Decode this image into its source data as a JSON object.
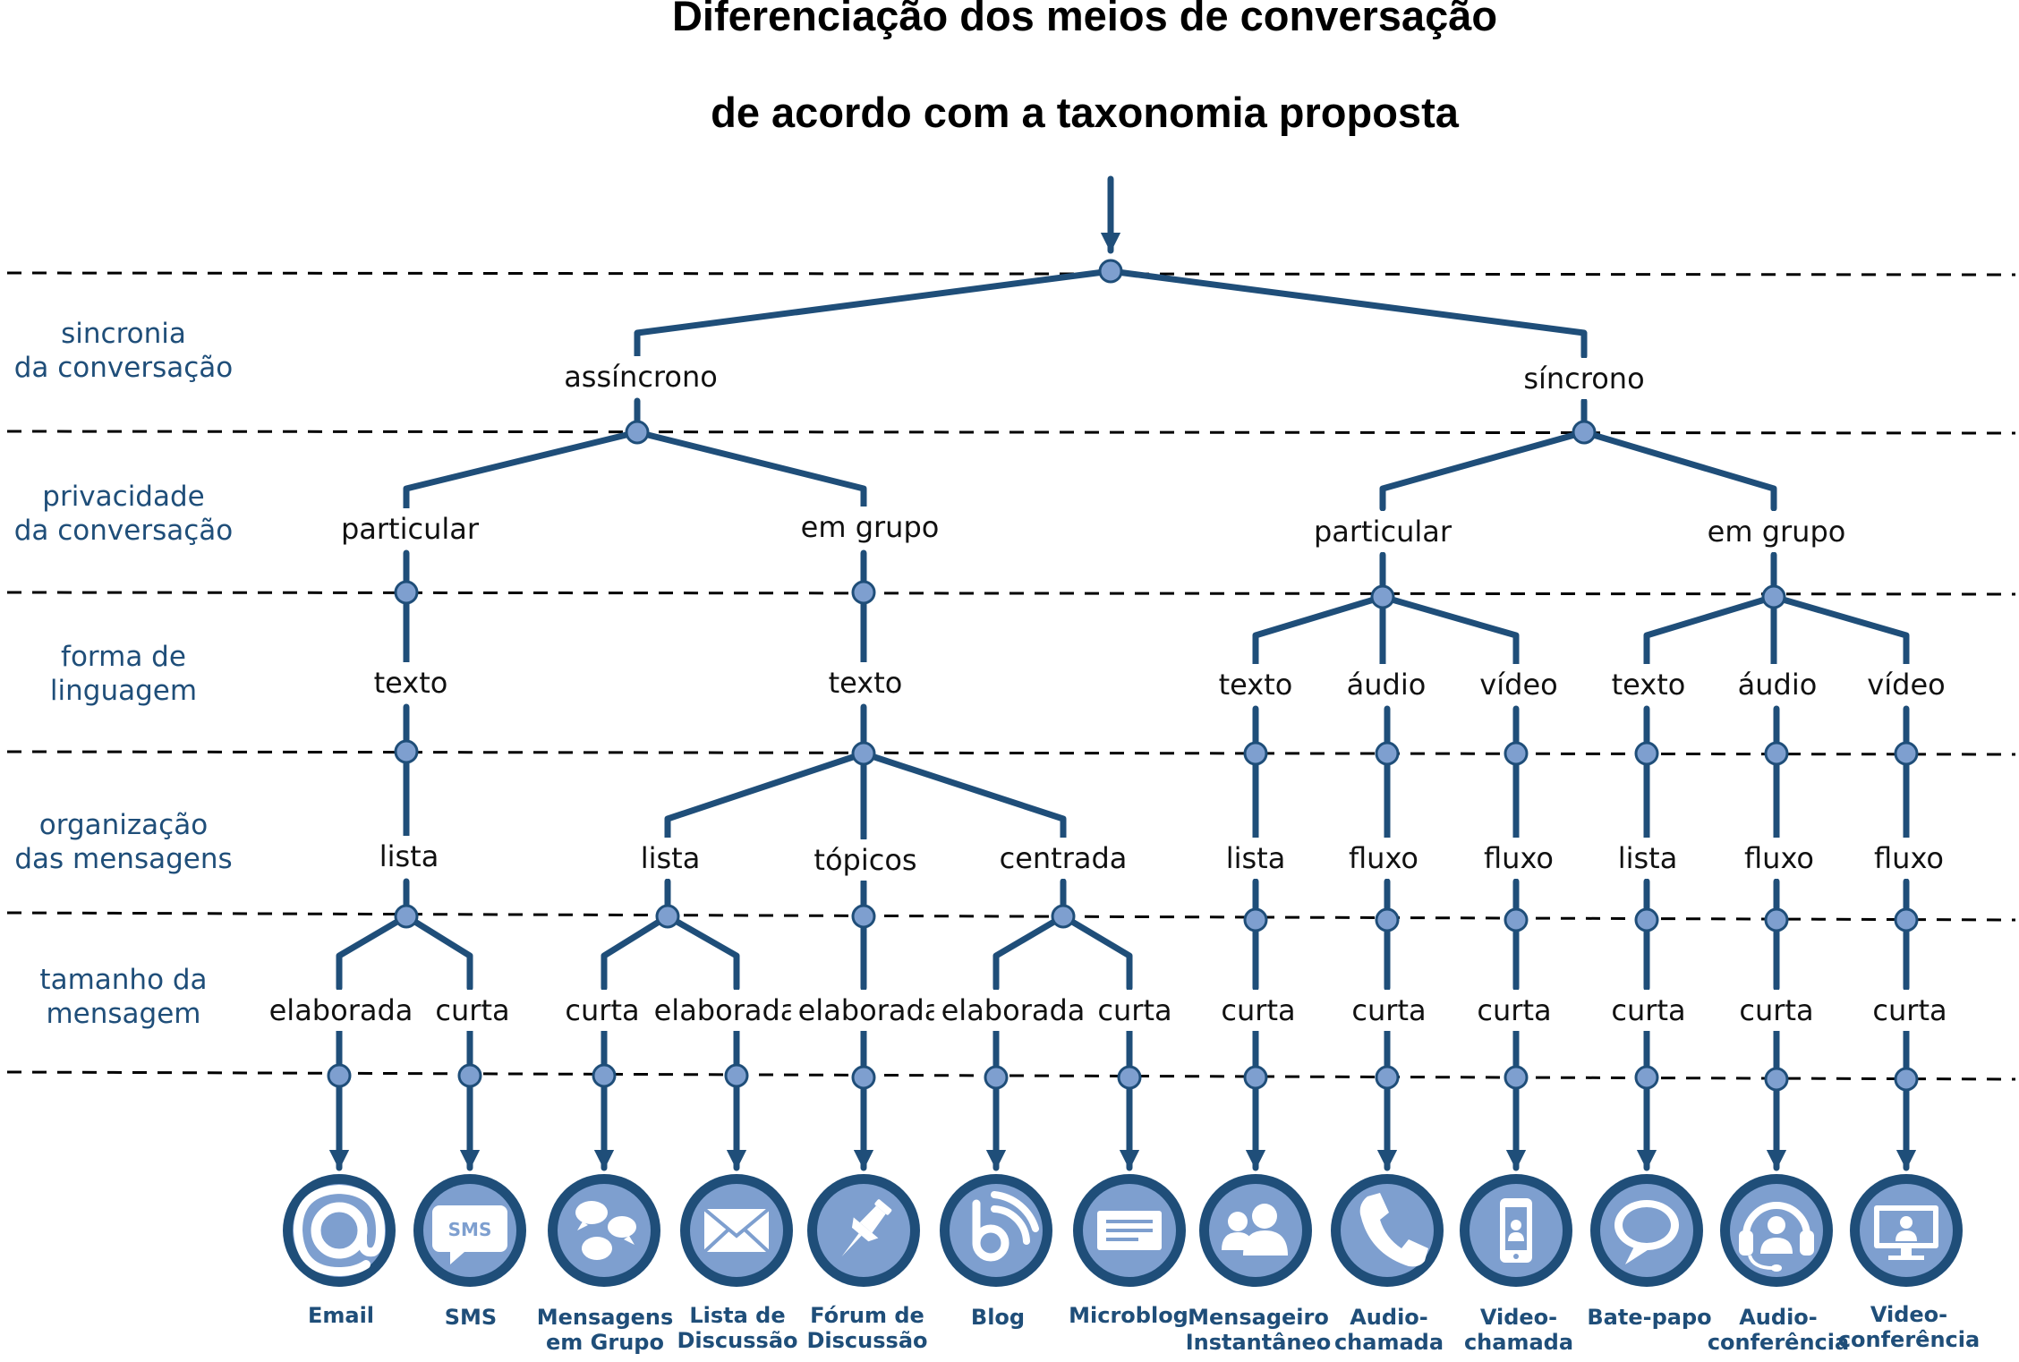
{
  "title": {
    "line1": "Diferenciação dos meios de conversação",
    "line2": "de acordo com a taxonomia proposta"
  },
  "categories": [
    {
      "line1": "sincronia",
      "line2": "da conversação"
    },
    {
      "line1": "privacidade",
      "line2": "da conversação"
    },
    {
      "line1": "forma de",
      "line2": "linguagem"
    },
    {
      "line1": "organização",
      "line2": "das mensagens"
    },
    {
      "line1": "tamanho da",
      "line2": "mensagem"
    }
  ],
  "level1": [
    "assíncrono",
    "síncrono"
  ],
  "level2": [
    "particular",
    "em grupo",
    "particular",
    "em grupo"
  ],
  "level3": [
    "texto",
    "texto",
    "texto",
    "áudio",
    "vídeo",
    "texto",
    "áudio",
    "vídeo"
  ],
  "level4": [
    "lista",
    "lista",
    "tópicos",
    "centrada",
    "lista",
    "fluxo",
    "fluxo",
    "lista",
    "fluxo",
    "fluxo"
  ],
  "level5": [
    "elaborada",
    "curta",
    "curta",
    "elaborada",
    "elaborada",
    "elaborada",
    "curta",
    "curta",
    "curta",
    "curta",
    "curta",
    "curta",
    "curta"
  ],
  "leaves": [
    {
      "line1": "Email",
      "line2": "",
      "icon": "at-sign-icon"
    },
    {
      "line1": "SMS",
      "line2": "",
      "icon": "sms-bubble-icon",
      "icon_text": "SMS"
    },
    {
      "line1": "Mensagens",
      "line2": "em Grupo",
      "icon": "chat-bubbles-icon"
    },
    {
      "line1": "Lista de",
      "line2": "Discussão",
      "icon": "envelope-icon"
    },
    {
      "line1": "Fórum de",
      "line2": "Discussão",
      "icon": "pushpin-icon"
    },
    {
      "line1": "Blog",
      "line2": "",
      "icon": "blog-feed-icon"
    },
    {
      "line1": "Microblog",
      "line2": "",
      "icon": "text-card-icon"
    },
    {
      "line1": "Mensageiro",
      "line2": "Instantâneo",
      "icon": "people-icon"
    },
    {
      "line1": "Audio-",
      "line2": "chamada",
      "icon": "phone-handset-icon"
    },
    {
      "line1": "Video-",
      "line2": "chamada",
      "icon": "smartphone-icon"
    },
    {
      "line1": "Bate-papo",
      "line2": "",
      "icon": "speech-bubble-icon"
    },
    {
      "line1": "Audio-",
      "line2": "conferência",
      "icon": "headset-icon"
    },
    {
      "line1": "Video-",
      "line2": "conferência",
      "icon": "monitor-user-icon"
    }
  ],
  "colors": {
    "line": "#1f4e79",
    "node_fill": "#7e9fcf",
    "icon_ring": "#1f4e79",
    "icon_fill": "#7e9fcf",
    "category_text": "#1f4e79",
    "leaf_text": "#1f4e79"
  }
}
